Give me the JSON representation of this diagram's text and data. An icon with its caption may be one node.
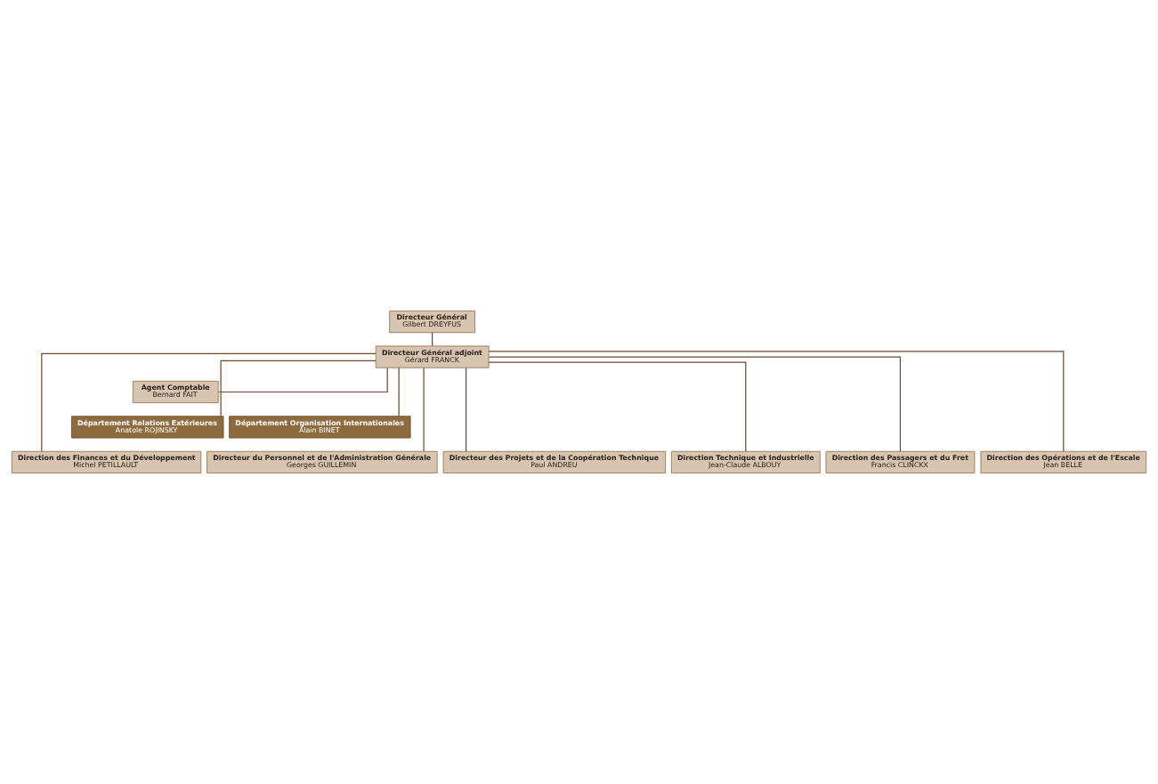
{
  "diagram": {
    "nodes": [
      {
        "text": [
          "Directeur Général",
          "Gilbert DREYFUS"
        ]
      },
      {
        "text": [
          "Directeur Général adjoint",
          "Gérard FRANCK"
        ]
      },
      {
        "text": [
          "Agent Comptable",
          "Bernard FAIT"
        ]
      },
      {
        "text": [
          "Département Relations Extérieures",
          "Anatole ROJINSKY"
        ]
      },
      {
        "text": [
          "Département Organisation Internationales",
          "Alain BINET"
        ]
      },
      {
        "text": [
          "Direction des Finances et du Développement",
          "Michel PETILLAULT"
        ]
      },
      {
        "text": [
          "Directeur du Personnel et de l'Administration Générale",
          "Georges GUILLEMIN"
        ]
      },
      {
        "text": [
          "Directeur des Projets et de la Coopération Technique",
          "Paul ANDREU"
        ]
      },
      {
        "text": [
          "Direction Technique et Industrielle",
          "Jean-Claude ALBOUY"
        ]
      },
      {
        "text": [
          "Direction des Passagers et du Fret",
          "Francis CLINCKX"
        ]
      },
      {
        "text": [
          "Direction des Opérations et de l'Escale",
          "Jean BELLE"
        ]
      }
    ],
    "edges": [
      {
        "from": 0,
        "to": 1,
        "arrow": "none"
      },
      {
        "from": 1,
        "to": 2,
        "arrow": "none"
      },
      {
        "from": 1,
        "to": 3,
        "arrow": "none"
      },
      {
        "from": 1,
        "to": 4,
        "arrow": "none"
      },
      {
        "from": 1,
        "to": 5,
        "arrow": "none"
      },
      {
        "from": 1,
        "to": 6,
        "arrow": "none"
      },
      {
        "from": 1,
        "to": 7,
        "arrow": "none"
      },
      {
        "from": 1,
        "to": 8,
        "arrow": "none"
      },
      {
        "from": 1,
        "to": 9,
        "arrow": "none"
      },
      {
        "from": 1,
        "to": 10,
        "arrow": "none"
      }
    ]
  }
}
